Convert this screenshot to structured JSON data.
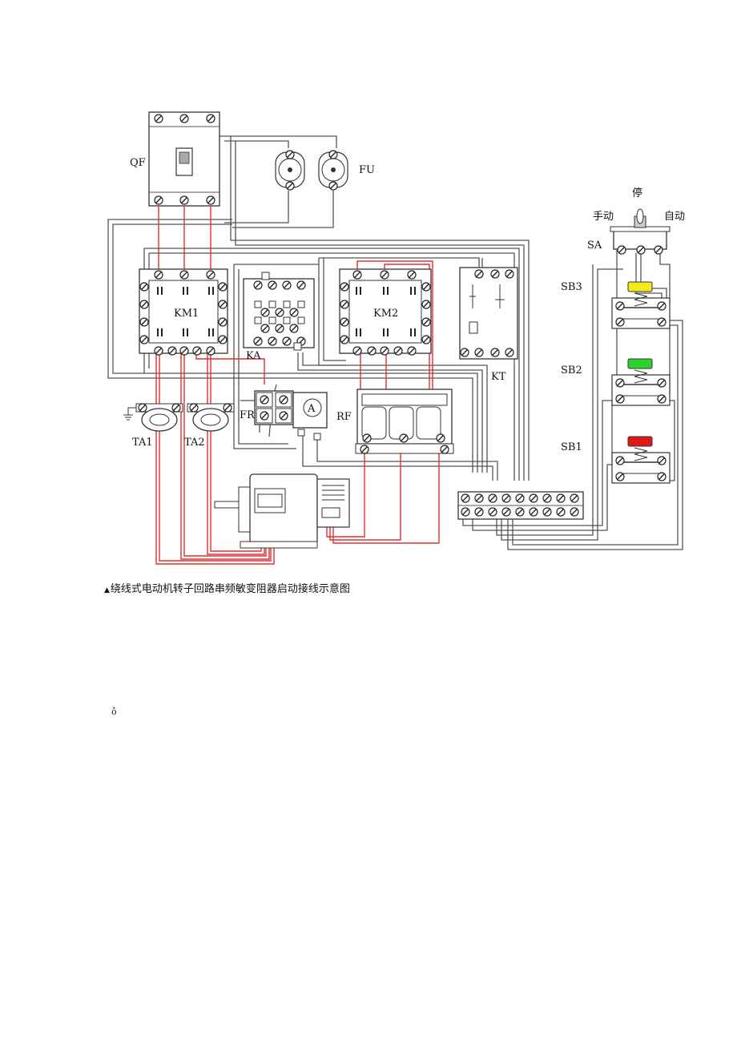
{
  "labels": {
    "QF": "QF",
    "FU": "FU",
    "KM1": "KM1",
    "KM2": "KM2",
    "KA": "KA",
    "KT": "KT",
    "FR": "FR",
    "RF": "RF",
    "TA1": "TA1",
    "TA2": "TA2",
    "SA": "SA",
    "SB1": "SB1",
    "SB2": "SB2",
    "SB3": "SB3",
    "ammeter": "A",
    "stop": "停",
    "manual": "手动",
    "auto": "自动"
  },
  "button_colors": {
    "SB3": "#f2ea1a",
    "SB2": "#2fd12f",
    "SB1": "#e01818"
  },
  "wire_colors": {
    "power": "#e03030",
    "control": "#555555"
  },
  "caption": {
    "mark": "▲",
    "text": "绕线式电动机转子回路串频敏变阻器启动接线示意图"
  },
  "stray_mark": "ô"
}
